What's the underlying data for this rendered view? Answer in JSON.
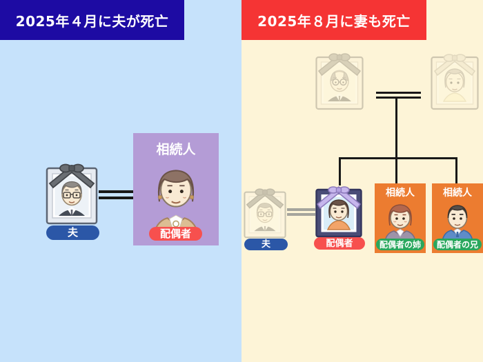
{
  "left_panel": {
    "header": "2025年４月に夫が死亡",
    "husband_badge": "夫",
    "spouse_card": {
      "heir_label": "相続人",
      "badge": "配偶者"
    }
  },
  "right_panel": {
    "header": "2025年８月に妻も死亡",
    "husband_badge": "夫",
    "spouse_badge": "配偶者",
    "heir_cards": [
      {
        "heir_label": "相続人",
        "badge": "配偶者の姉"
      },
      {
        "heir_label": "相続人",
        "badge": "配偶者の兄"
      }
    ]
  },
  "colors": {
    "left_background": "#c6e2fb",
    "right_background": "#fdf4d7",
    "left_header_bg": "#1d0ba3",
    "right_header_bg": "#f53434",
    "spouse_card_bg": "#b49cd6",
    "heir_card_bg": "#ec7c30",
    "husband_badge_bg": "#2b57a7",
    "spouse_badge_bg": "#f7504e",
    "heir_badge_bg": "#29a75d",
    "tree_line": "#181818",
    "faded_line": "#a5a49c"
  }
}
